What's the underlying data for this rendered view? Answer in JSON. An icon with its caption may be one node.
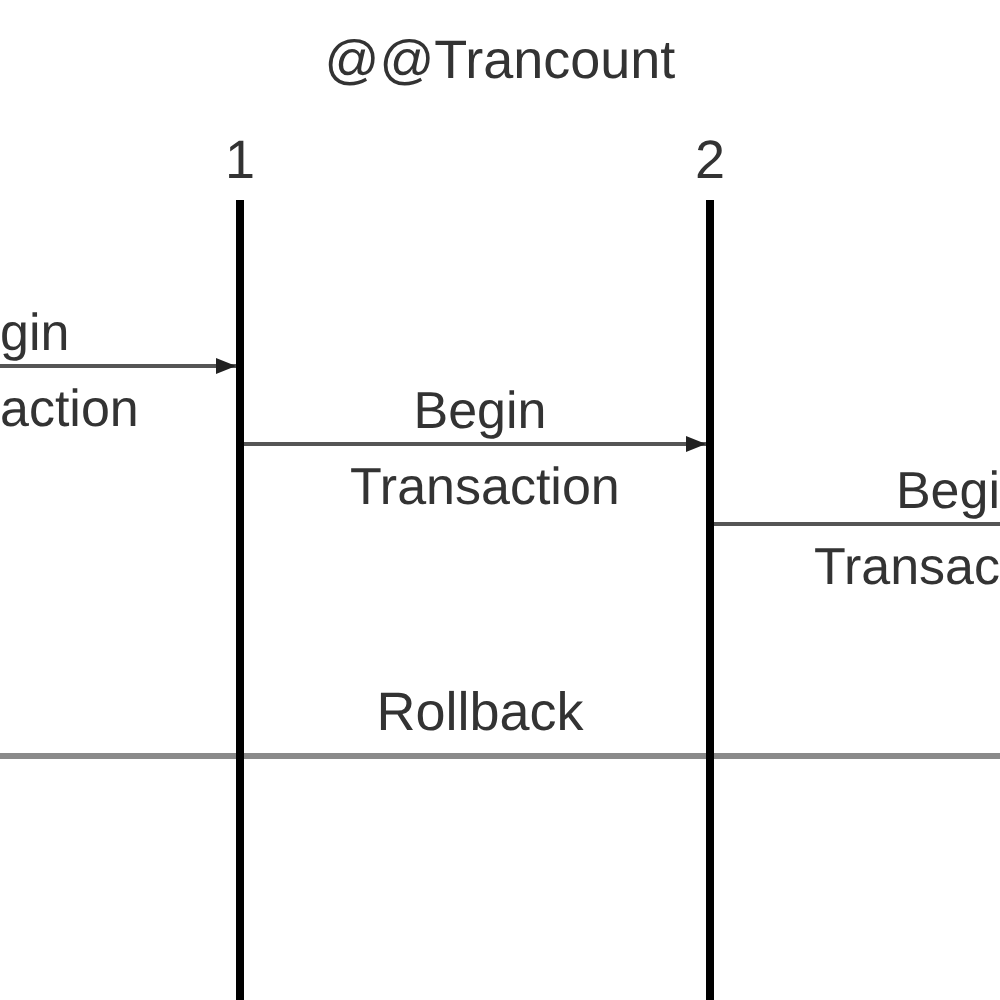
{
  "diagram": {
    "title": "@@Trancount",
    "nodes": [
      {
        "text": [
          "1"
        ]
      },
      {
        "text": [
          "2"
        ]
      }
    ],
    "edges": [
      {
        "from": null,
        "to": 0,
        "arrow": "to",
        "label": "gin action"
      },
      {
        "from": 0,
        "to": 1,
        "arrow": "to",
        "label": "Begin Transaction"
      },
      {
        "from": 1,
        "to": null,
        "arrow": "none",
        "label": "Begi Transac"
      }
    ],
    "labels": [
      "Rollback"
    ]
  }
}
